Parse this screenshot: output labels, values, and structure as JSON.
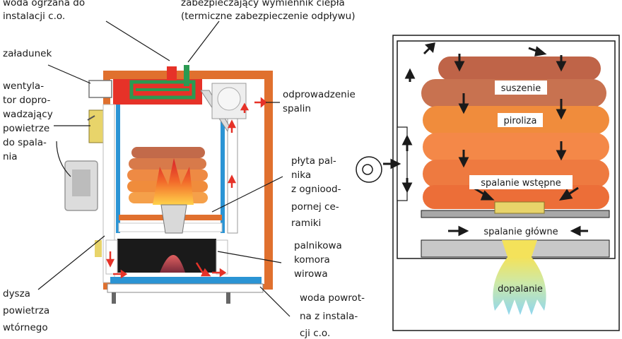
{
  "left_labels": {
    "woda_ogrzana": [
      "woda ogrzana do",
      "instalacji c.o."
    ],
    "wymiennik": [
      "zabezpieczający wymiennik ciepła",
      "(termiczne zabezpieczenie odpływu)"
    ],
    "zaladunek": [
      "załadunek"
    ],
    "wentylator": [
      "wentyla-",
      "tor dopro-",
      "wadzający",
      "powietrze",
      "do spala-",
      "nia"
    ],
    "odprowadzenie": [
      "odprowadzenie",
      "spalin"
    ],
    "plyta": [
      "płyta pal-",
      "nika",
      "z ognioodpornej ce-",
      "ramiki"
    ],
    "komora": [
      "palnikowa",
      "komora",
      "wirowa"
    ],
    "dysza": [
      "dysza",
      "powietrza",
      "wtórnego"
    ],
    "woda_powrotna": [
      "woda powrot-",
      "na z instala-",
      "cji c.o."
    ]
  },
  "right_labels": {
    "suszenie": "suszenie",
    "piroliza": "piroliza",
    "spalanie_wstepne": "spalanie wstępne",
    "spalanie_glowne": "spalanie główne",
    "dopalanie": "dopalanie"
  },
  "colors": {
    "casing": "#e0702e",
    "water_jacket": "#2b94d4",
    "flame": "#e8402a",
    "hot_red": "#e63228",
    "exchanger": "#2a9a52",
    "wood_brown": "#c26a4a",
    "wood_orange": "#f08c3c",
    "ceramic": "#e8d46a",
    "grate": "#a8a8a8"
  }
}
